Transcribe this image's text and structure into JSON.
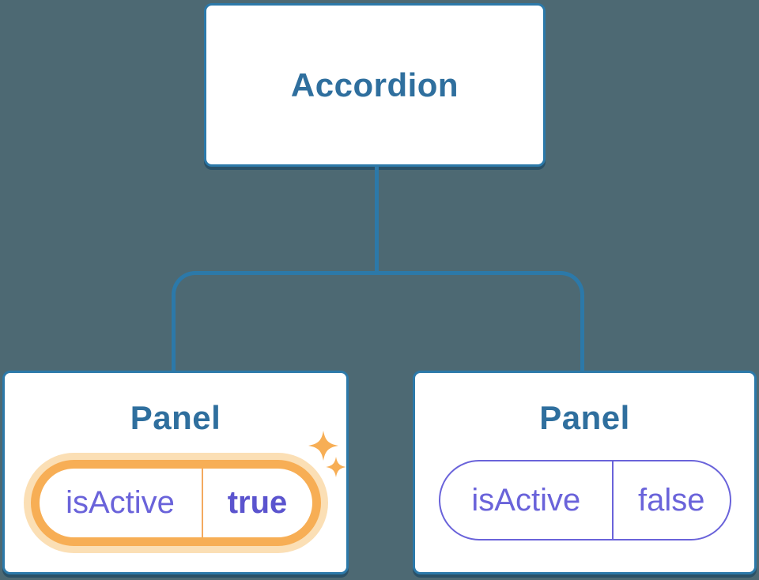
{
  "palette": {
    "bg": "#4D6973",
    "line": "#2C79A9",
    "text_blue": "#2F6F9E",
    "purple": "#6A63DA",
    "purple_bold": "#5B54CE",
    "orange": "#F7AE55",
    "orange_glow": "#FBDFB5",
    "orange_divider": "#F3A95F"
  },
  "tree": {
    "root": {
      "label": "Accordion"
    },
    "children": [
      {
        "label": "Panel",
        "state": {
          "key": "isActive",
          "value": "true",
          "highlighted": true
        },
        "icon": "sparkle-icon"
      },
      {
        "label": "Panel",
        "state": {
          "key": "isActive",
          "value": "false",
          "highlighted": false
        }
      }
    ]
  }
}
